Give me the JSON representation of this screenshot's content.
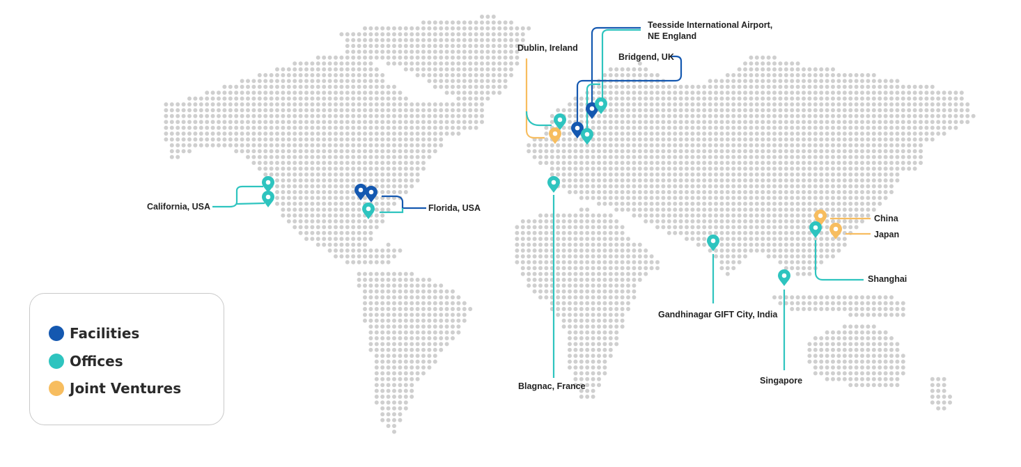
{
  "colors": {
    "facility": "#1458b0",
    "office": "#2ec4bf",
    "joint_venture": "#f7bd5f",
    "dots": "#cfcfcf"
  },
  "legend": {
    "facilities": "Facilities",
    "offices": "Offices",
    "joint_ventures": "Joint Ventures"
  },
  "locations": {
    "teesside_line1": "Teesside International Airport,",
    "teesside_line2": "NE England",
    "dublin": "Dublin, Ireland",
    "bridgend": "Bridgend, UK",
    "california": "California, USA",
    "florida": "Florida, USA",
    "blagnac": "Blagnac, France",
    "gandhinagar": "Gandhinagar GIFT City, India",
    "singapore": "Singapore",
    "china": "China",
    "japan": "Japan",
    "shanghai": "Shanghai"
  }
}
